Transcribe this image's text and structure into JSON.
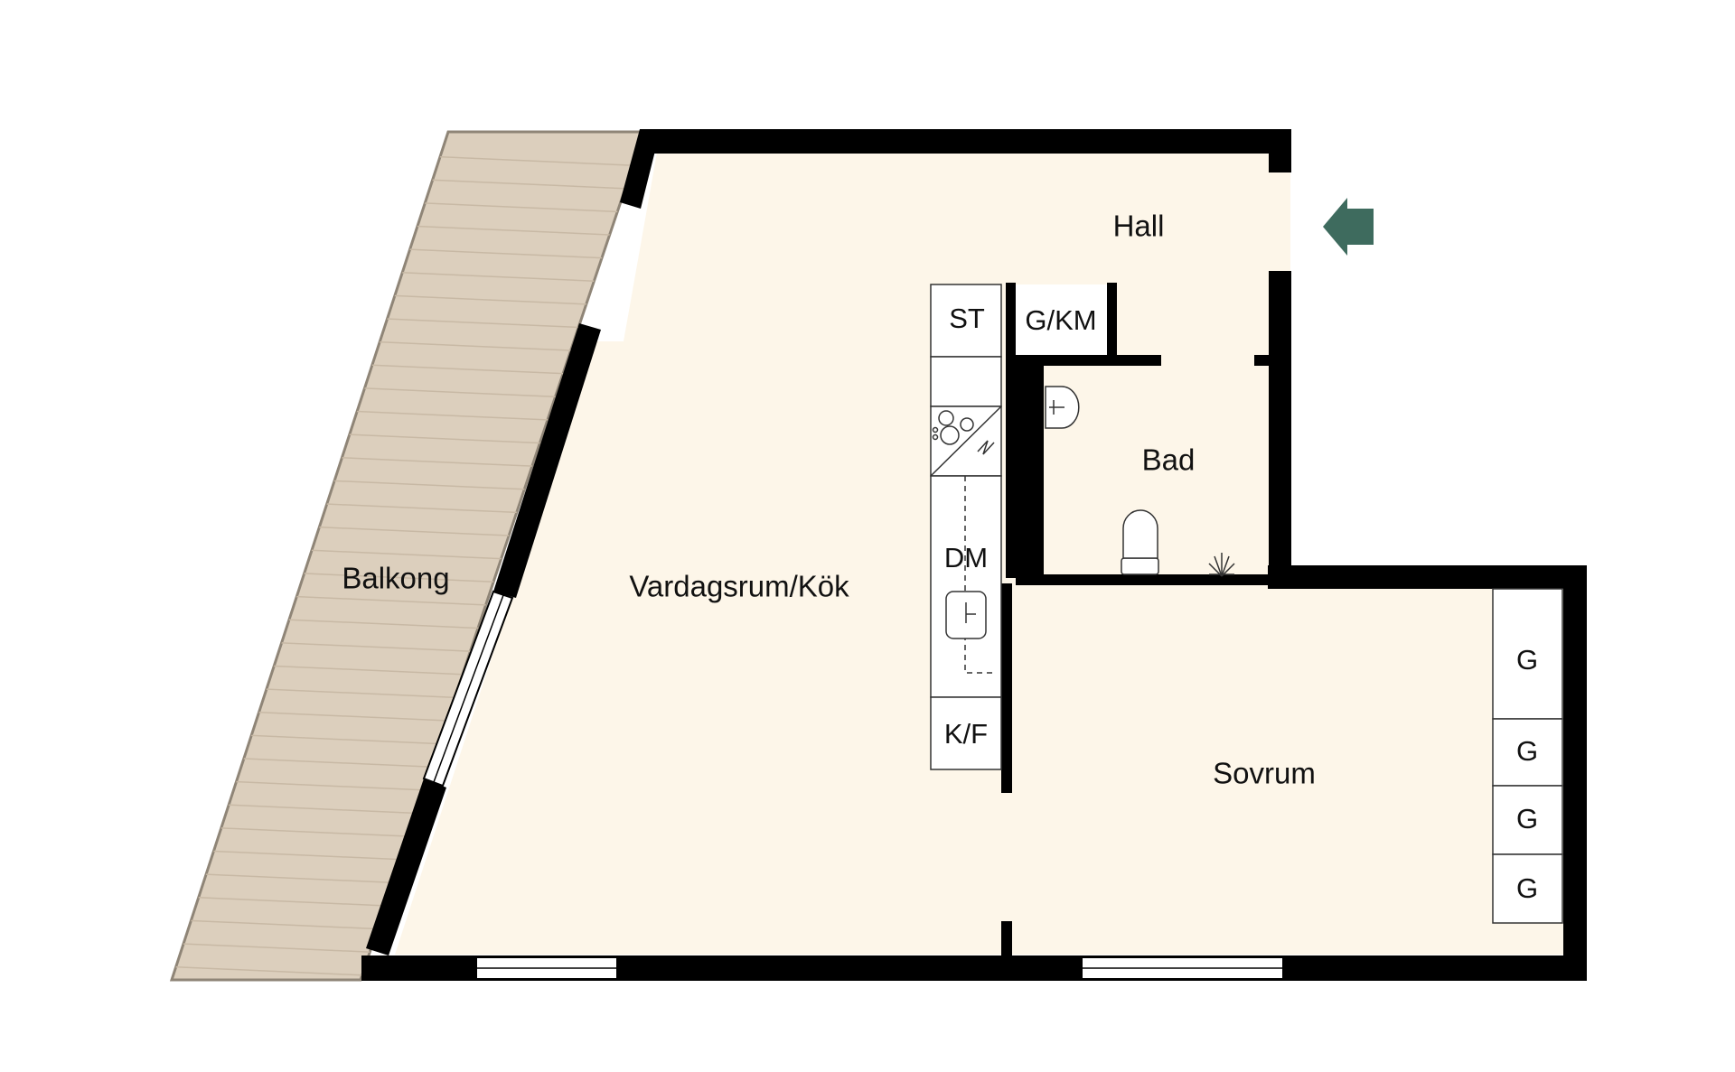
{
  "rooms": {
    "balcony": "Balkong",
    "living_kitchen": "Vardagsrum/Kök",
    "hall": "Hall",
    "bathroom": "Bad",
    "bedroom": "Sovrum"
  },
  "fixtures": {
    "storage": "ST",
    "washer_dryer": "G/KM",
    "dishwasher": "DM",
    "fridge_freezer": "K/F",
    "wardrobes": [
      "G",
      "G",
      "G",
      "G"
    ]
  },
  "colors": {
    "floor": "#fdf6e9",
    "wall": "#000000",
    "balcony_deck": "#dccfbd",
    "balcony_plank_line": "#c8b9a5",
    "entrance_arrow": "#3e6b5e"
  },
  "icons": {
    "entrance": "entrance-arrow-icon",
    "stove": "stove-icon",
    "sink": "kitchen-sink-icon",
    "washbasin": "washbasin-icon",
    "toilet": "toilet-icon",
    "shower": "shower-icon"
  }
}
